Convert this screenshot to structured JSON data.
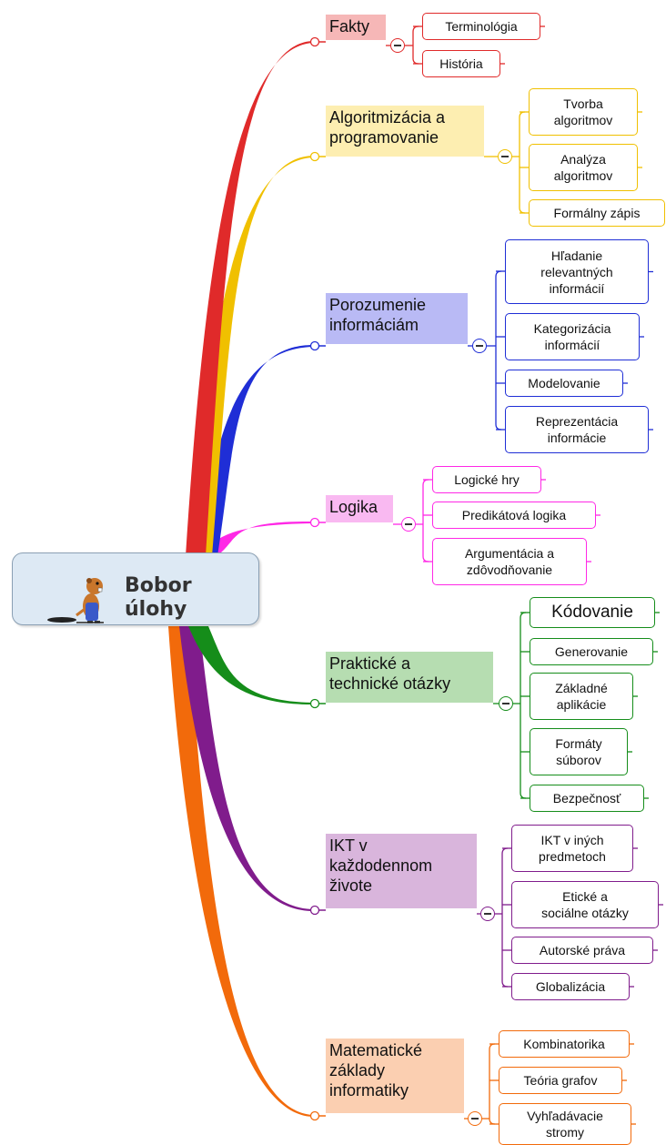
{
  "root": {
    "line1": "Bobor",
    "line2": "úlohy"
  },
  "topics": [
    {
      "id": "fakty",
      "label": "Fakty",
      "color": "#e02a2a",
      "fill": "#f6b7b7",
      "leaves": [
        "Terminológia",
        "História"
      ]
    },
    {
      "id": "algoritmizacia",
      "label": "Algoritmizácia a\nprogramovanie",
      "color": "#f0c000",
      "fill": "#fdeeb1",
      "leaves": [
        "Tvorba\nalgoritmov",
        "Analýza\nalgoritmov",
        "Formálny zápis"
      ]
    },
    {
      "id": "porozumenie",
      "label": "Porozumenie\ninformáciám",
      "color": "#1f2ed6",
      "fill": "#b9baf5",
      "leaves": [
        "Hľadanie\nrelevantných\n informácií",
        "Kategorizácia\ninformácií",
        "Modelovanie",
        "Reprezentácia\ninformácie"
      ]
    },
    {
      "id": "logika",
      "label": "Logika",
      "color": "#ff28e6",
      "fill": "#f9b9f1",
      "leaves": [
        "Logické hry",
        "Predikátová logika",
        "Argumentácia a\nzdôvodňovanie"
      ]
    },
    {
      "id": "prakticke",
      "label": "Praktické a\ntechnické otázky",
      "color": "#158d1a",
      "fill": "#b6ddb1",
      "leaves": [
        "Kódovanie",
        "Generovanie",
        "Základné\naplikácie",
        "Formáty\nsúborov",
        "Bezpečnosť"
      ]
    },
    {
      "id": "ikt",
      "label": "IKT v\nkaždodennom\nživote",
      "color": "#801c8c",
      "fill": "#d9b5dc",
      "leaves": [
        "IKT v iných\npredmetoch",
        "Etické a\nsociálne otázky",
        "Autorské práva",
        "Globalizácia"
      ]
    },
    {
      "id": "matematicke",
      "label": "Matematické\nzáklady\ninformatiky",
      "color": "#f26a0b",
      "fill": "#fbcfb1",
      "leaves": [
        "Kombinatorika",
        "Teória grafov",
        "Vyhľadávacie\nstromy"
      ]
    }
  ]
}
